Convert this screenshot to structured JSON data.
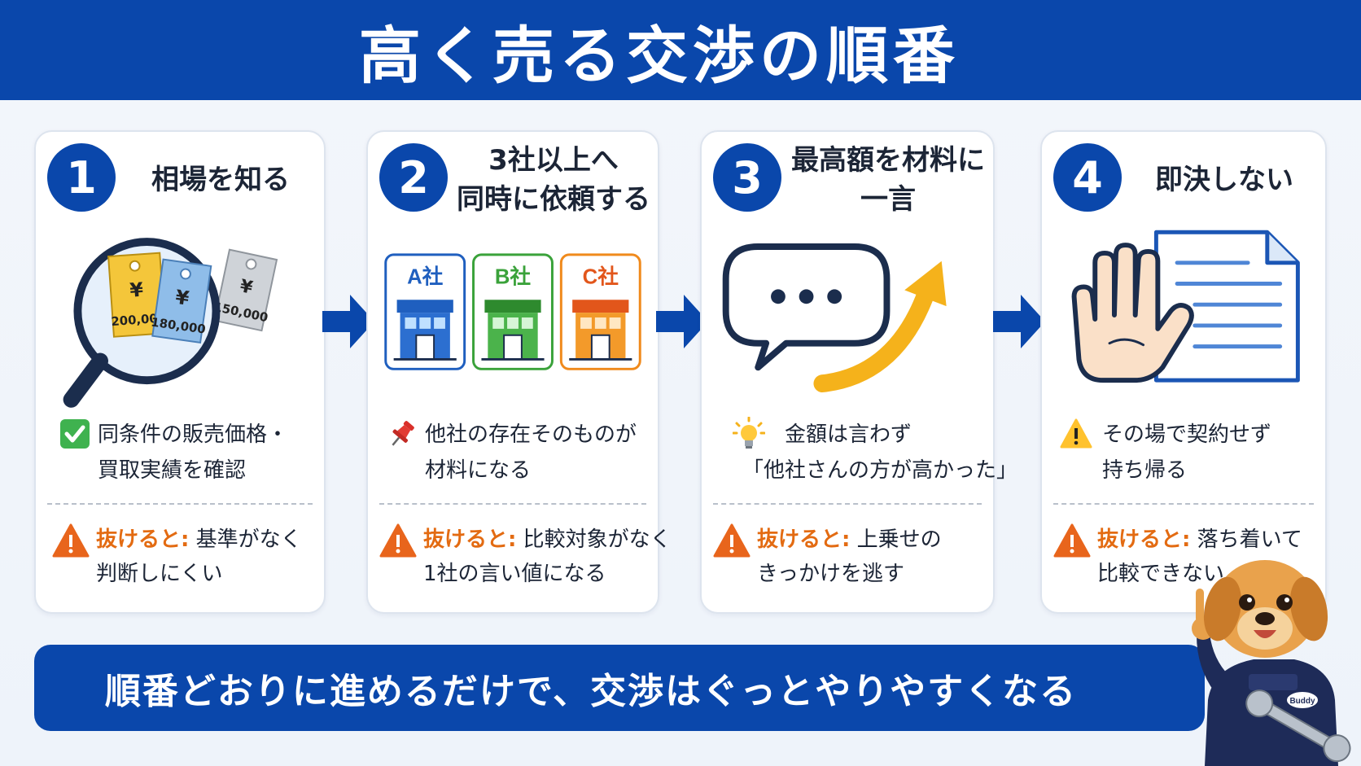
{
  "header": {
    "title": "高く売る交渉の順番"
  },
  "steps": [
    {
      "number": "1",
      "title_lines": [
        "相場を知る"
      ],
      "tags": [
        "¥",
        "200,000",
        "¥",
        "180,000",
        "¥",
        "150,000"
      ],
      "point_icon": "check-icon",
      "point_lines": [
        "同条件の販売価格・",
        "買取実績を確認"
      ],
      "warn_label": "抜けると:",
      "warn_lines": [
        "基準がなく",
        "判断しにくい"
      ]
    },
    {
      "number": "2",
      "title_lines": [
        "3社以上へ",
        "同時に依頼する"
      ],
      "stores": [
        "A社",
        "B社",
        "C社"
      ],
      "point_icon": "pushpin-icon",
      "point_lines": [
        "他社の存在そのものが",
        "材料になる"
      ],
      "warn_label": "抜けると:",
      "warn_lines": [
        "比較対象がなく",
        "1社の言い値になる"
      ]
    },
    {
      "number": "3",
      "title_lines": [
        "最高額を材料に",
        "一言"
      ],
      "point_icon": "lightbulb-icon",
      "point_lines": [
        "金額は言わず",
        "「他社さんの方が高かった」"
      ],
      "warn_label": "抜けると:",
      "warn_lines": [
        "上乗せの",
        "きっかけを逃す"
      ]
    },
    {
      "number": "4",
      "title_lines": [
        "即決しない"
      ],
      "point_icon": "warning-icon",
      "point_lines": [
        "その場で契約せず",
        "持ち帰る"
      ],
      "warn_label": "抜けると:",
      "warn_lines": [
        "落ち着いて",
        "比較できない"
      ]
    }
  ],
  "footer": {
    "text": "順番どおりに進めるだけで、交渉はぐっとやりやすくなる"
  },
  "mascot": {
    "badge": "Buddy"
  },
  "colors": {
    "primary_blue": "#0a47ab",
    "warn_orange": "#e36b12",
    "arrow_yellow": "#f5b21b",
    "store_a": "#1f5fbf",
    "store_b": "#3aa23a",
    "store_c": "#f08a1c"
  }
}
